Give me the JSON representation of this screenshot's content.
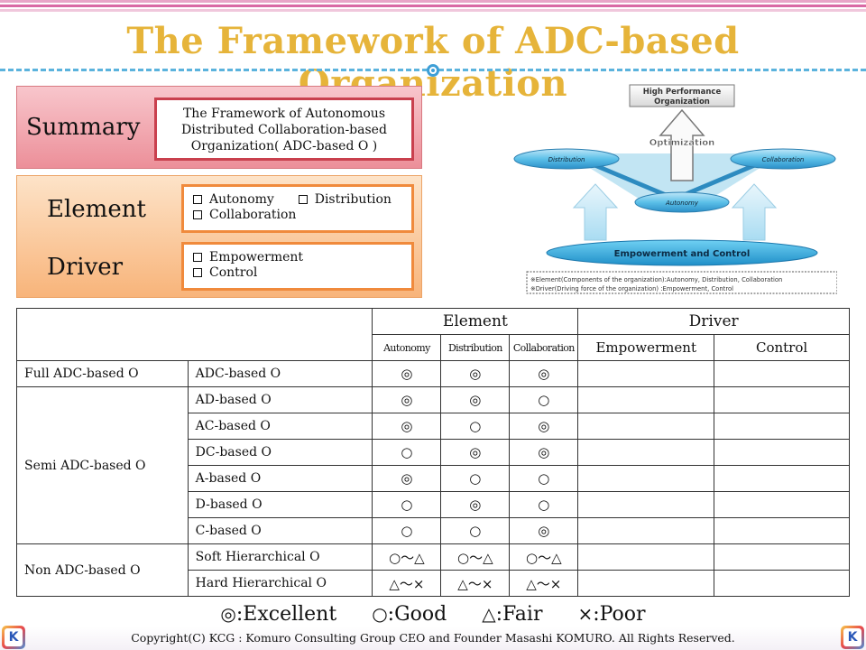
{
  "title": "The Framework of ADC-based Organization",
  "summary": {
    "label": "Summary",
    "lines": [
      "The Framework of Autonomous",
      "Distributed Collaboration-based",
      "Organization( ADC-based O )"
    ]
  },
  "element": {
    "label": "Element",
    "items": [
      "Autonomy",
      "Distribution",
      "Collaboration"
    ]
  },
  "driver": {
    "label": "Driver",
    "items": [
      "Empowerment",
      "Control"
    ]
  },
  "diagram": {
    "top_box": [
      "High Performance",
      "Organization"
    ],
    "optimization": "Optimization",
    "distribution": "Distribution",
    "collaboration": "Collaboration",
    "autonomy": "Autonomy",
    "base": "Empowerment and Control",
    "note1": "※Element(Components of the organization):Autonomy, Distribution, Collaboration",
    "note2": "※Driver(Driving force of the organization) :Empowerment, Control"
  },
  "table": {
    "group_element": "Element",
    "group_driver": "Driver",
    "col_autonomy": "Autonomy",
    "col_distribution": "Distribution",
    "col_collaboration": "Collaboration",
    "col_empowerment": "Empowerment",
    "col_control": "Control",
    "cat_full": "Full ADC-based O",
    "cat_semi": "Semi ADC-based O",
    "cat_non": "Non ADC-based O",
    "rows": [
      {
        "name": "ADC-based O",
        "a": "◎",
        "d": "◎",
        "c": "◎"
      },
      {
        "name": "AD-based O",
        "a": "◎",
        "d": "◎",
        "c": "○"
      },
      {
        "name": "AC-based O",
        "a": "◎",
        "d": "○",
        "c": "◎"
      },
      {
        "name": "DC-based O",
        "a": "○",
        "d": "◎",
        "c": "◎"
      },
      {
        "name": "A-based O",
        "a": "◎",
        "d": "○",
        "c": "○"
      },
      {
        "name": "D-based O",
        "a": "○",
        "d": "◎",
        "c": "○"
      },
      {
        "name": "C-based O",
        "a": "○",
        "d": "○",
        "c": "◎"
      },
      {
        "name": "Soft Hierarchical O",
        "a": "○～△",
        "d": "○～△",
        "c": "○～△"
      },
      {
        "name": "Hard Hierarchical O",
        "a": "△～×",
        "d": "△～×",
        "c": "△～×"
      }
    ]
  },
  "legend": {
    "excellent_sym": "◎",
    "excellent": ":Excellent",
    "good_sym": "○",
    "good": ":Good",
    "fair_sym": "△",
    "fair": ":Fair",
    "poor_sym": "×",
    "poor": ":Poor"
  },
  "footer": {
    "copyright": "Copyright(C) KCG : Komuro Consulting Group CEO and Founder Masashi KOMURO. All Rights Reserved.",
    "logo_letter": "K"
  }
}
